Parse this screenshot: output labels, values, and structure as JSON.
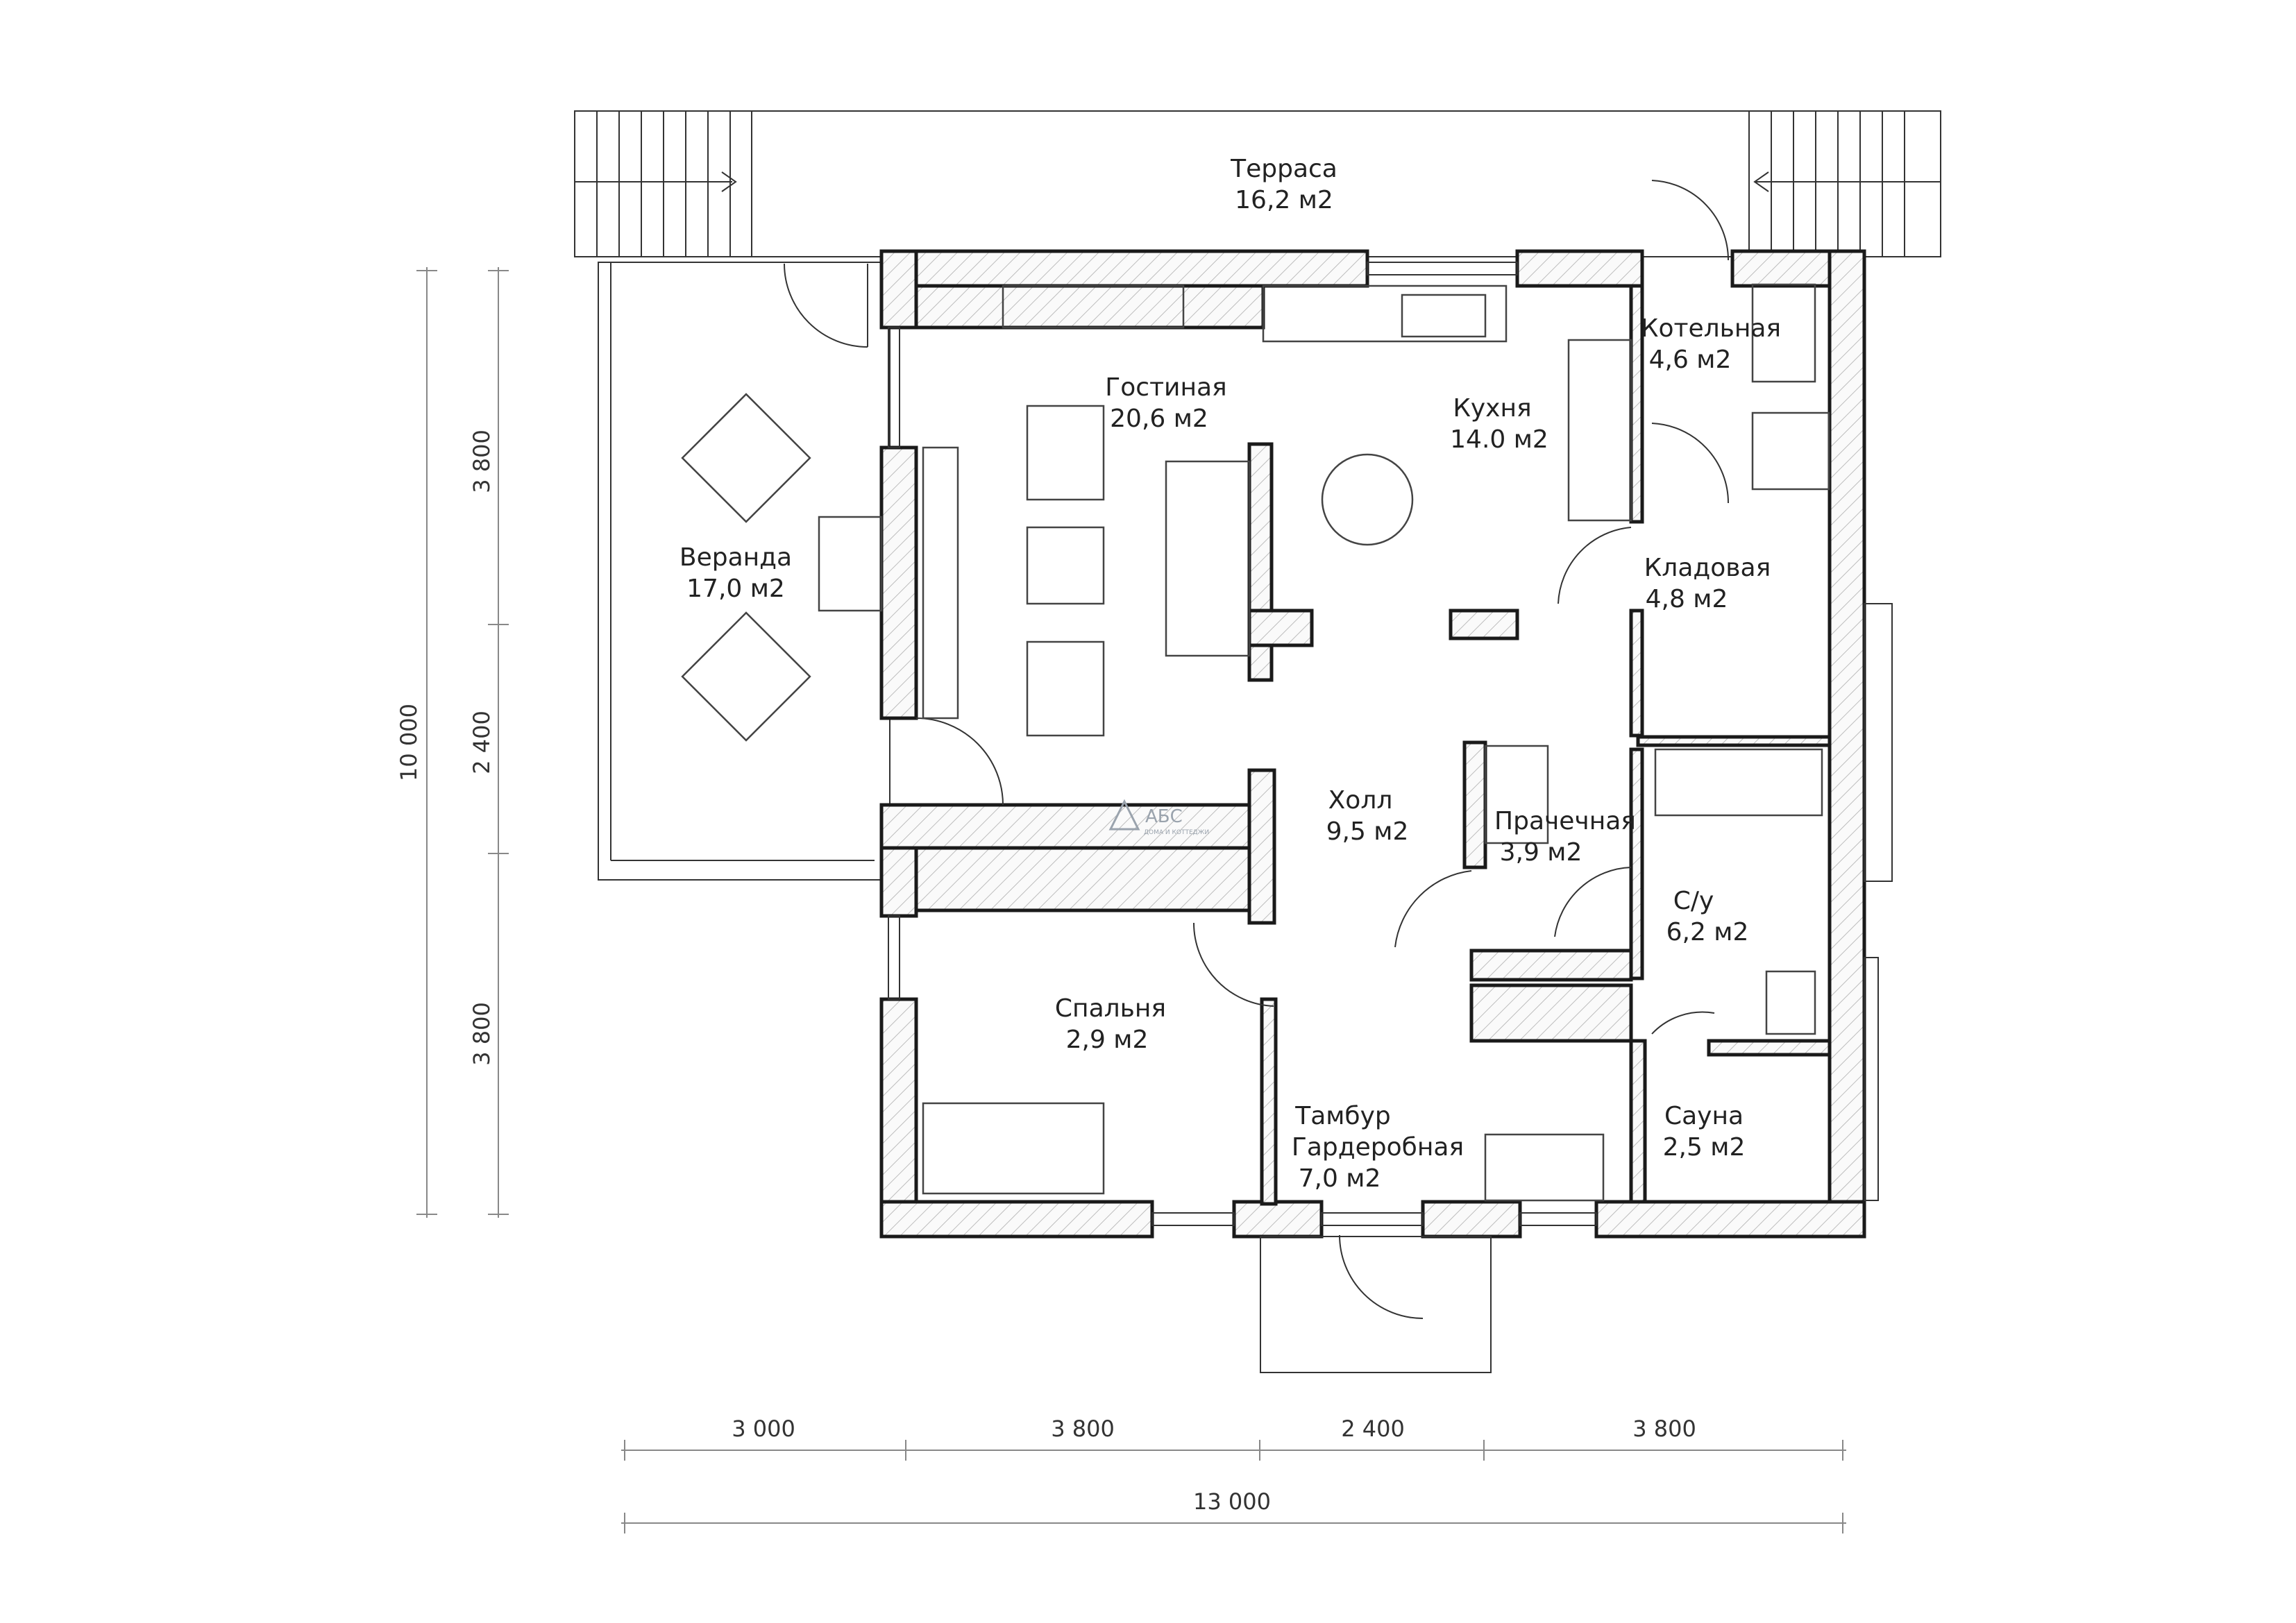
{
  "rooms": [
    {
      "name": "Терраса",
      "area": "16,2 м2"
    },
    {
      "name": "Веранда",
      "area": "17,0 м2"
    },
    {
      "name": "Гостиная",
      "area": "20,6 м2"
    },
    {
      "name": "Кухня",
      "area": "14.0 м2"
    },
    {
      "name": "Котельная",
      "area": "4,6 м2"
    },
    {
      "name": "Кладовая",
      "area": "4,8 м2"
    },
    {
      "name": "Холл",
      "area": "9,5 м2"
    },
    {
      "name": "Прачечная",
      "area": "3,9 м2"
    },
    {
      "name": "С/у",
      "area": "6,2 м2"
    },
    {
      "name": "Спальня",
      "area": "2,9 м2"
    },
    {
      "name": "Тамбур",
      "name2": "Гардеробная",
      "area": "7,0 м2"
    },
    {
      "name": "Сауна",
      "area": "2,5 м2"
    }
  ],
  "dimensions": {
    "bottom": [
      "3 000",
      "3 800",
      "2 400",
      "3 800"
    ],
    "total_width": "13 000",
    "left": [
      "3 800",
      "2 400",
      "3 800"
    ],
    "total_height": "10 000"
  },
  "logo": {
    "brand": "АБС",
    "tagline": "ДОМА И КОТТЕДЖИ"
  }
}
